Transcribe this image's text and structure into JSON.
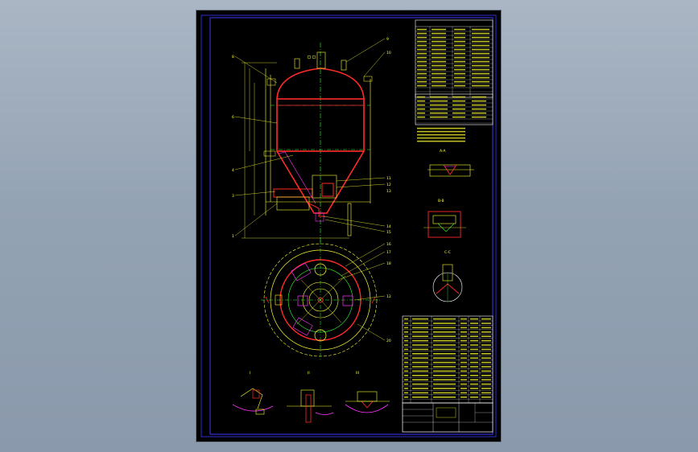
{
  "viewer": {
    "background_top": "#aab6c4",
    "background_bottom": "#8a99ab",
    "paper_color": "#000000"
  },
  "drawing": {
    "colors": {
      "border": "#3a3aff",
      "vessel_outline": "#ff2a2a",
      "dimension": "#ffff33",
      "centerline": "#33ff33",
      "hatching": "#ff33ff",
      "table_lines": "#ffffff",
      "nozzle": "#00e5ff"
    },
    "balloon_labels_left": [
      "8",
      "6",
      "4",
      "3",
      "1"
    ],
    "balloon_labels_right": [
      "9",
      "10",
      "11",
      "12",
      "13",
      "14",
      "15"
    ],
    "plan_view_labels": [
      "16",
      "17",
      "18",
      "12",
      "20"
    ],
    "detail_titles": [
      "I",
      "II",
      "III",
      "A-A",
      "B-B",
      "C-C"
    ],
    "title_block": {
      "cells": [
        "",
        "",
        "",
        ""
      ]
    }
  }
}
